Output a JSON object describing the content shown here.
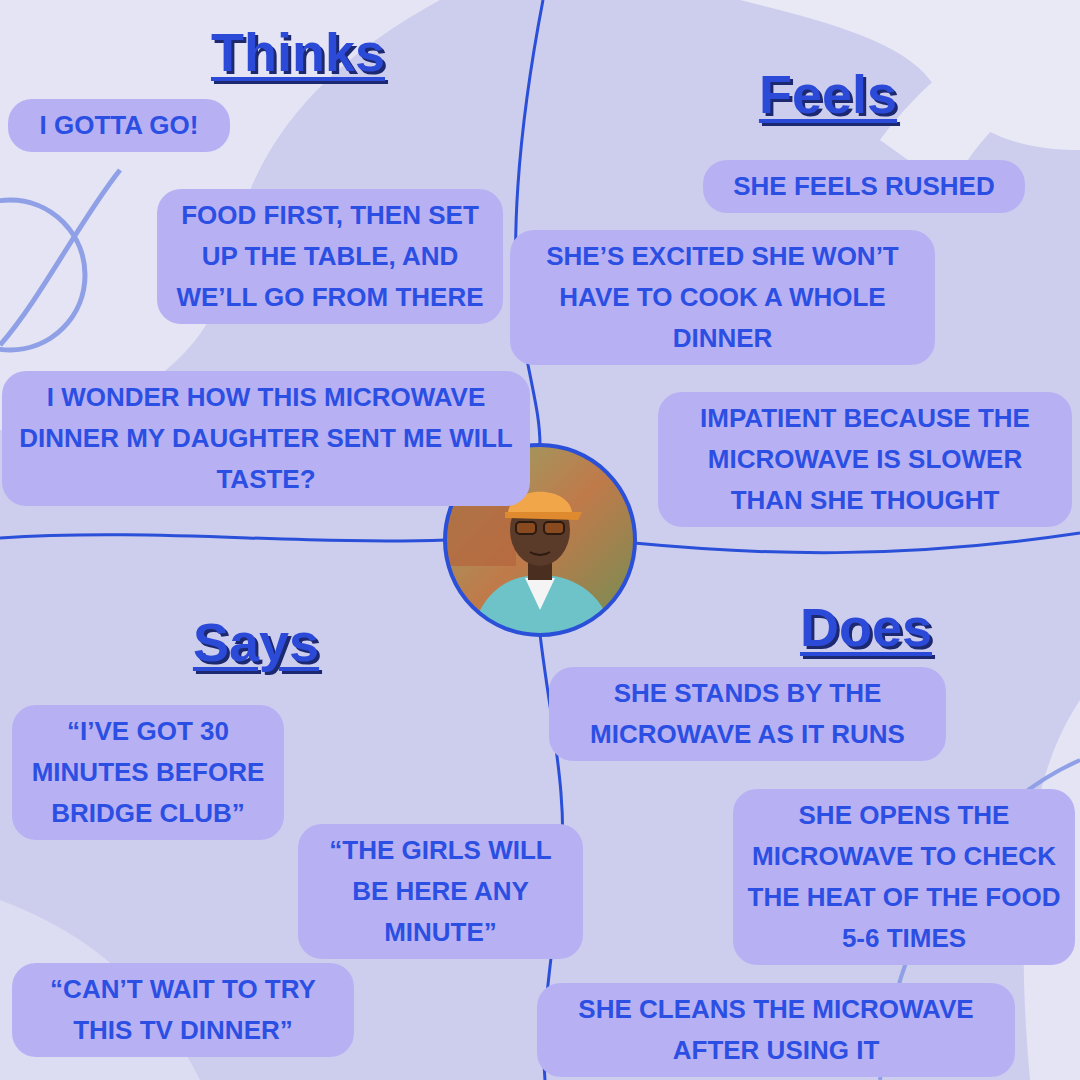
{
  "diagram": {
    "nodes": [
      {
        "text": [
          "Thinks"
        ]
      },
      {
        "text": [
          "I GOTTA GO!"
        ],
        "in": 0
      },
      {
        "text": [
          "FOOD FIRST, THEN SET UP THE TABLE, AND WE’LL GO FROM THERE"
        ],
        "in": 0
      },
      {
        "text": [
          "I WONDER HOW THIS MICROWAVE DINNER MY DAUGHTER SENT ME WILL TASTE?"
        ],
        "in": 0
      },
      {
        "text": [
          "Feels"
        ]
      },
      {
        "text": [
          "SHE FEELS RUSHED"
        ],
        "in": 4
      },
      {
        "text": [
          "SHE’S EXCITED SHE WON’T HAVE TO COOK A WHOLE DINNER"
        ],
        "in": 4
      },
      {
        "text": [
          "IMPATIENT BECAUSE THE MICROWAVE IS SLOWER THAN SHE THOUGHT"
        ],
        "in": 4
      },
      {
        "text": [
          "Says"
        ]
      },
      {
        "text": [
          "“I’VE GOT 30 MINUTES BEFORE BRIDGE CLUB”"
        ],
        "in": 8
      },
      {
        "text": [
          "“THE GIRLS WILL BE HERE ANY MINUTE”"
        ],
        "in": 8
      },
      {
        "text": [
          "“CAN’T WAIT TO TRY THIS TV DINNER”"
        ],
        "in": 8
      },
      {
        "text": [
          "Does"
        ]
      },
      {
        "text": [
          "SHE STANDS BY THE MICROWAVE AS IT RUNS"
        ],
        "in": 12
      },
      {
        "text": [
          "SHE OPENS THE MICROWAVE TO CHECK THE HEAT OF THE FOOD 5-6 TIMES"
        ],
        "in": 12
      },
      {
        "text": [
          "SHE CLEANS THE MICROWAVE AFTER USING IT"
        ],
        "in": 12
      }
    ]
  }
}
